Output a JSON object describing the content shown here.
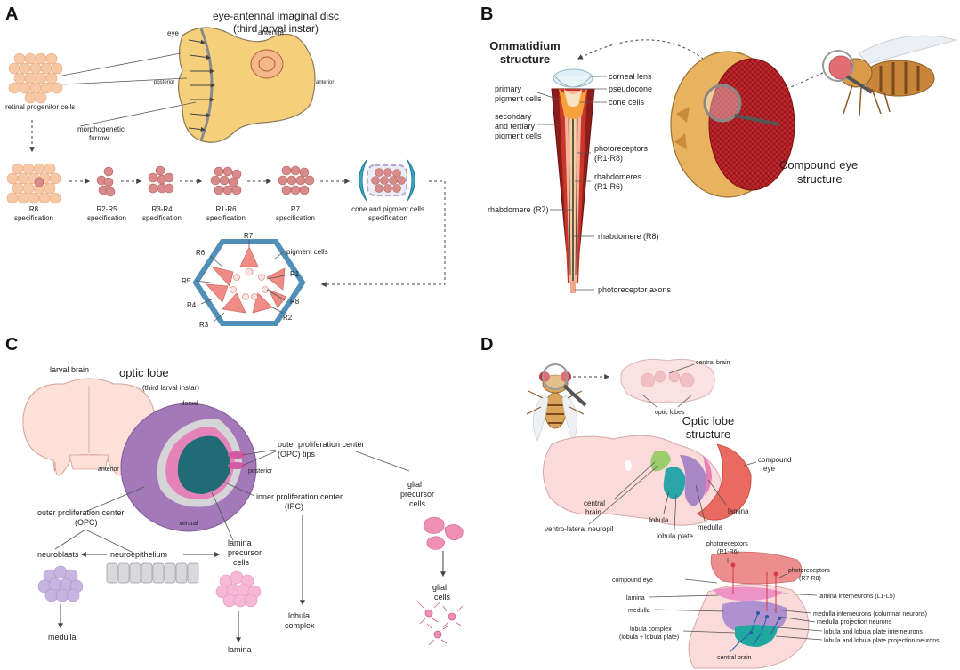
{
  "panels": {
    "a": "A",
    "b": "B",
    "c": "C",
    "d": "D"
  },
  "A": {
    "title_line1": "eye-antennal imaginal disc",
    "title_line2": "(third larval instar)",
    "eye": "eye",
    "antenna": "antenna",
    "posterior": "posterior",
    "anterior": "anterior",
    "retinal_progenitor": "retinal progenitor cells",
    "furrow_line1": "morphogenetic",
    "furrow_line2": "furrow",
    "steps": [
      {
        "l1": "R8",
        "l2": "specification"
      },
      {
        "l1": "R2-R5",
        "l2": "specification"
      },
      {
        "l1": "R3-R4",
        "l2": "specification"
      },
      {
        "l1": "R1-R6",
        "l2": "specification"
      },
      {
        "l1": "R7",
        "l2": "specification"
      },
      {
        "l1": "cone and pigment cells",
        "l2": "specification"
      }
    ],
    "ommatidium_labels": [
      "R7",
      "R6",
      "R5",
      "R4",
      "R3",
      "R2",
      "R8",
      "R1"
    ],
    "pigment_cells": "pigment cells"
  },
  "B": {
    "title_line1": "Ommatidium",
    "title_line2": "structure",
    "corneal_lens": "corneal lens",
    "pseudocone": "pseudocone",
    "cone_cells": "cone cells",
    "primary_l1": "primary",
    "primary_l2": "pigment cells",
    "secondary_l1": "secondary",
    "secondary_l2": "and tertiary",
    "secondary_l3": "pigment cells",
    "photoreceptors_l1": "photoreceptors",
    "photoreceptors_l2": "(R1-R8)",
    "rhabdomeres_l1": "rhabdomeres",
    "rhabdomeres_l2": "(R1-R6)",
    "rhabdomere_r7": "rhabdomere (R7)",
    "rhabdomere_r8": "rhabdomere (R8)",
    "axons": "photoreceptor axons",
    "compound_l1": "Compound eye",
    "compound_l2": "structure"
  },
  "C": {
    "larval_brain": "larval brain",
    "optic_lobe": "optic lobe",
    "instar": "(third larval instar)",
    "dorsal": "dorsal",
    "ventral": "ventral",
    "anterior": "anterior",
    "posterior": "posterior",
    "opc_tips_l1": "outer proliferation center",
    "opc_tips_l2": "(OPC) tips",
    "ipc_l1": "inner proliferation center",
    "ipc_l2": "(IPC)",
    "opc_l1": "outer proliferation center",
    "opc_l2": "(OPC)",
    "neuroblasts": "neuroblasts",
    "neuroepithelium": "neuroepithelium",
    "lamina_prec_l1": "lamina",
    "lamina_prec_l2": "precursor",
    "lamina_prec_l3": "cells",
    "glial_prec_l1": "glial",
    "glial_prec_l2": "precursor",
    "glial_prec_l3": "cells",
    "glial_l1": "glial",
    "glial_l2": "cells",
    "medulla": "medulla",
    "lamina": "lamina",
    "lobula_l1": "lobula",
    "lobula_l2": "complex"
  },
  "D": {
    "central_brain_top": "central brain",
    "optic_lobes": "optic lobes",
    "title_l1": "Optic lobe",
    "title_l2": "structure",
    "compound_l1": "compound",
    "compound_l2": "eye",
    "central_l1": "central",
    "central_l2": "brain",
    "ventro": "ventro-lateral neuropil",
    "lobula": "lobula",
    "lobula_plate": "lobula plate",
    "medulla": "medulla",
    "lamina": "lamina",
    "pr16_l1": "photoreceptors",
    "pr16_l2": "(R1-R6)",
    "pr78_l1": "photoreceptors",
    "pr78_l2": "(R7-R8)",
    "compound_eye": "compound eye",
    "lamina2": "lamina",
    "medulla2": "medulla",
    "lob_complex_l1": "lobula complex",
    "lob_complex_l2": "(lobula + lobula plate)",
    "central_brain_bottom": "central brain",
    "lamina_inter": "lamina interneurons (L1-L5)",
    "medulla_inter": "medulla interneurons (columnar neurons)",
    "medulla_proj": "medulla projection neurons",
    "lob_inter": "lobula and lobula plate interneurons",
    "lob_proj": "lobula and lobula plate projection neurons"
  }
}
